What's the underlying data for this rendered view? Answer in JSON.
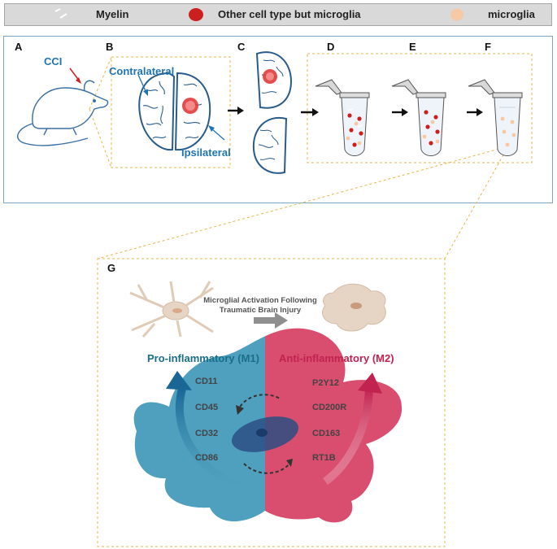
{
  "legend": {
    "myelin": "Myelin",
    "other_cells": "Other cell type but microglia",
    "microglia": "microglia",
    "colors": {
      "other_cells": "#cc1f1f",
      "microglia": "#f6c9a6"
    }
  },
  "panels": {
    "a": "A",
    "b": "B",
    "c": "C",
    "d": "D",
    "e": "E",
    "f": "F",
    "g": "G"
  },
  "labels": {
    "cci": "CCI",
    "contralateral": "Contralateral",
    "ipsilateral": "Ipsilateral"
  },
  "panel_g": {
    "title_line1": "Microglial Activation Following",
    "title_line2": "Traumatic Brain Injury",
    "pro": "Pro-inflammatory (M1)",
    "anti": "Anti-inflammatory (M2)",
    "m1_markers": [
      "CD11",
      "CD45",
      "CD32",
      "CD86"
    ],
    "m2_markers": [
      "P2Y12",
      "CD200R",
      "CD163",
      "RT1B"
    ],
    "colors": {
      "m1": "#4fa0bf",
      "m2": "#d94d6f",
      "m1_text": "#1a6f86",
      "m2_text": "#c2224f"
    }
  }
}
